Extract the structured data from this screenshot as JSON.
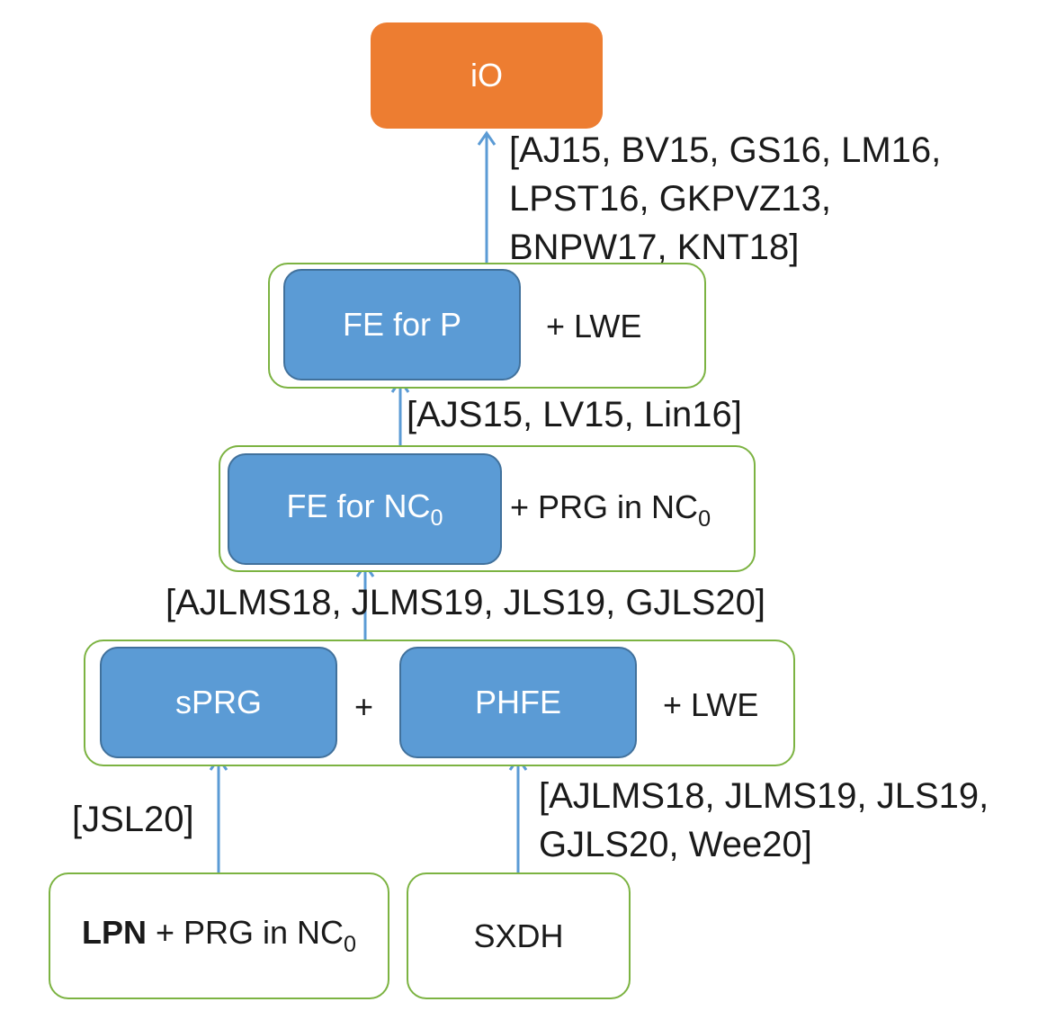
{
  "nodes": {
    "io": "iO",
    "fe_p": "FE for P",
    "fe_p_suffix": "+ LWE",
    "fe_nc0": "FE for NC",
    "fe_nc0_sub": "0",
    "fe_nc0_suffix": "+ PRG in NC",
    "fe_nc0_suffix_sub": "0",
    "sprg": "sPRG",
    "plus": "+",
    "phfe": "PHFE",
    "row3_suffix": "+ LWE",
    "lpn_bold": "LPN",
    "lpn_rest": " + PRG in NC",
    "lpn_sub": "0",
    "sxdh": "SXDH"
  },
  "citations": {
    "to_io": [
      "[AJ15, BV15, GS16, LM16,",
      "LPST16, GKPVZ13,",
      "BNPW17, KNT18]"
    ],
    "to_fe_p": [
      "[AJS15, LV15, Lin16]"
    ],
    "to_fe_nc0": [
      "[AJLMS18, JLMS19, JLS19, GJLS20]"
    ],
    "to_sprg": [
      "[JSL20]"
    ],
    "to_phfe": [
      "[AJLMS18, JLMS19, JLS19,",
      "GJLS20, Wee20]"
    ]
  },
  "colors": {
    "orange": "#ed7d31",
    "blue": "#5b9bd5",
    "green_border": "#7cb342",
    "arrow": "#5b9bd5"
  }
}
